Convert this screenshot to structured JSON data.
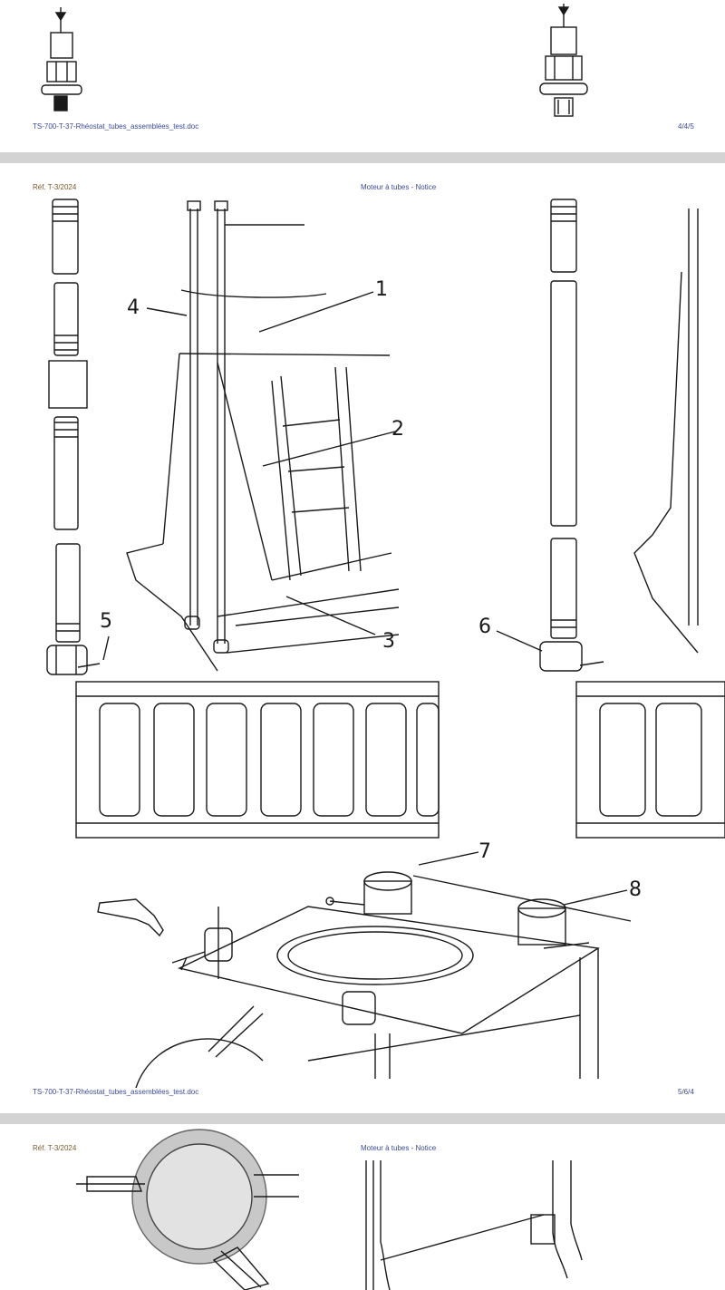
{
  "page1": {
    "footer_left": "TS-700-T-37-Rhéostat_tubes_assemblées_test.doc",
    "footer_right": "4/4/5"
  },
  "page2": {
    "header_left": "Réf. T-3/2024",
    "header_center": "Moteur à tubes - Notice",
    "labels": [
      "4",
      "1",
      "2",
      "3",
      "5",
      "6",
      "7",
      "8"
    ],
    "footer_left": "TS-700-T-37-Rhéostat_tubes_assemblées_test.doc",
    "footer_right": "5/6/4"
  },
  "page3": {
    "header_left": "Réf. T-3/2024",
    "header_center": "Moteur à tubes - Notice"
  },
  "colors": {
    "background": "#dcdcdc",
    "page": "#ffffff",
    "line": "#1a1a1a"
  },
  "icons": [
    "wrench-icon",
    "tube-assembly-drawing",
    "frame-drawing",
    "plate-drawing"
  ]
}
